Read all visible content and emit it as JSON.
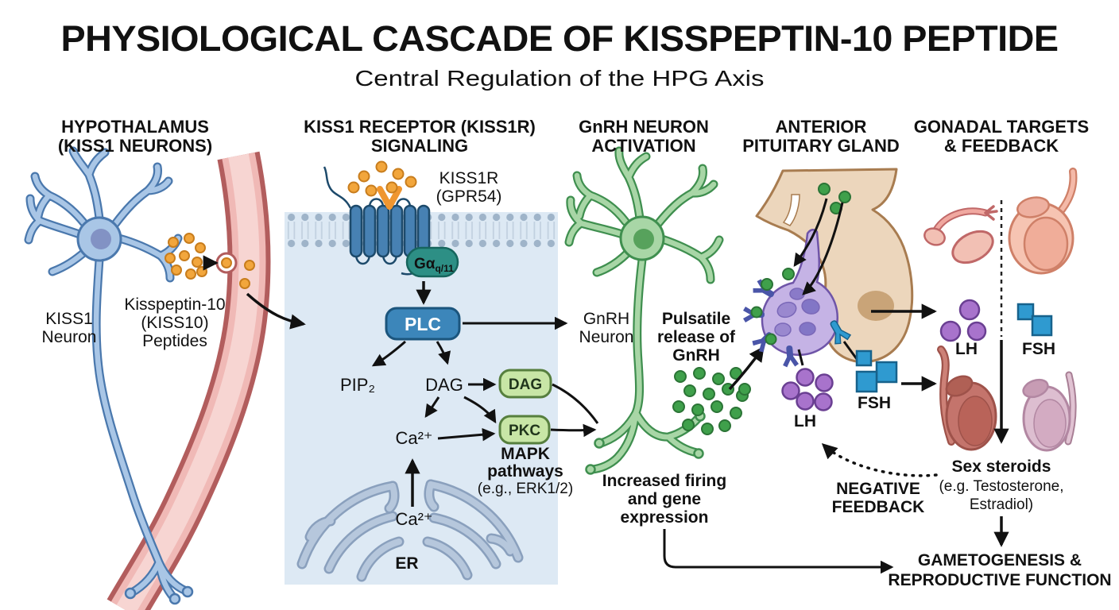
{
  "title": "PHYSIOLOGICAL CASCADE OF KISSPEPTIN-10 PEPTIDE",
  "subtitle": "Central Regulation of the HPG Axis",
  "headers": [
    {
      "line1": "HYPOTHALAMUS",
      "line2": "(KISS1 NEURONS)"
    },
    {
      "line1": "KISS1 RECEPTOR (KISS1R)",
      "line2": "SIGNALING"
    },
    {
      "line1": "GnRH NEURON",
      "line2": "ACTIVATION"
    },
    {
      "line1": "ANTERIOR",
      "line2": "PITUITARY GLAND"
    },
    {
      "line1": "GONADAL TARGETS",
      "line2": "& FEEDBACK"
    }
  ],
  "hypothalamus": {
    "neuron_label": {
      "line1": "KISS1",
      "line2": "Neuron"
    },
    "peptide_label": {
      "line1": "Kisspeptin-10",
      "line2": "(KISS10)",
      "line3": "Peptides"
    }
  },
  "signaling": {
    "receptor_label": {
      "line1": "KISS1R",
      "line2": "(GPR54)"
    },
    "g_protein": "Gα",
    "g_protein_sub": "q/11",
    "plc": "PLC",
    "pip2": "PIP₂",
    "dag": "DAG",
    "dag_box": "DAG",
    "calcium": "Ca²⁺",
    "pkc_box": "PKC",
    "mapk": {
      "line1": "MAPK",
      "line2": "pathways",
      "line3": "(e.g., ERK1/2)"
    },
    "er_calcium": "Ca²⁺",
    "er": "ER"
  },
  "gnrh": {
    "neuron_label": {
      "line1": "GnRH",
      "line2": "Neuron"
    },
    "pulsatile": {
      "line1": "Pulsatile",
      "line2": "release of",
      "line3": "GnRH"
    },
    "firing": {
      "line1": "Increased firing",
      "line2": "and gene",
      "line3": "expression"
    }
  },
  "pituitary": {
    "lh": "LH",
    "fsh": "FSH",
    "feedback": {
      "line1": "NEGATIVE",
      "line2": "FEEDBACK"
    }
  },
  "gonadal": {
    "lh": "LH",
    "fsh": "FSH",
    "steroids": {
      "line1": "Sex steroids",
      "line2": "(e.g. Testosterone,",
      "line3": "Estradiol)"
    },
    "outcome": {
      "line1": "GAMETOGENESIS &",
      "line2": "REPRODUCTIVE FUNCTION"
    }
  },
  "colors": {
    "kiss1_neuron": "#a9c6e6",
    "gnrh_neuron": "#a8d6a6",
    "peptide_orange": "#f2a63c",
    "gnrh_green": "#3fa04b",
    "lh_purple": "#a873cc",
    "fsh_blue": "#2f9ad0",
    "vessel_pink": "#f0b9b6",
    "signaling_bg": "#dde9f4",
    "g_protein_teal": "#2d8f85",
    "plc_blue": "#3c86ba",
    "kinase_green": "#c8e6a6",
    "pituitary_tan": "#ecd6bc",
    "gonadotroph_purple": "#c5b3e5"
  }
}
